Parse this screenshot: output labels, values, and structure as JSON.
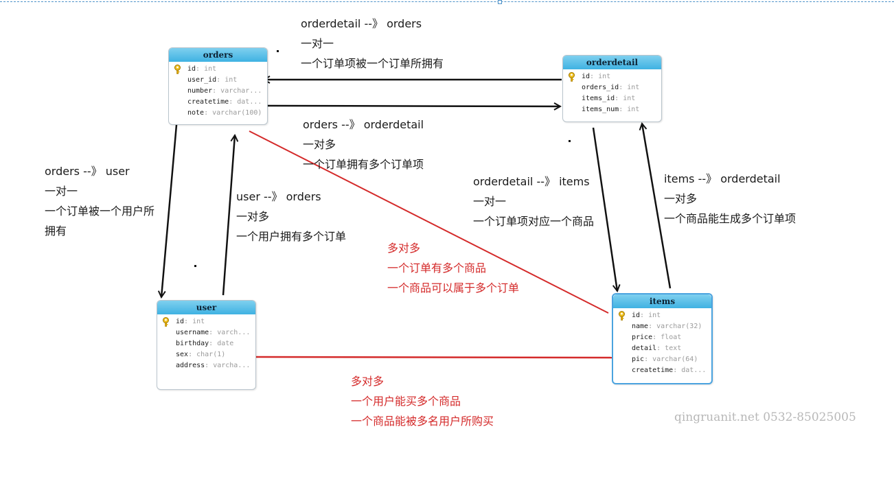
{
  "tables": {
    "orders": {
      "name": "orders",
      "fields": [
        {
          "name": "id",
          "type": "int",
          "key": true
        },
        {
          "name": "user_id",
          "type": "int"
        },
        {
          "name": "number",
          "type": "varchar..."
        },
        {
          "name": "createtime",
          "type": "dat..."
        },
        {
          "name": "note",
          "type": "varchar(100)"
        }
      ]
    },
    "orderdetail": {
      "name": "orderdetail",
      "fields": [
        {
          "name": "id",
          "type": "int",
          "key": true
        },
        {
          "name": "orders_id",
          "type": "int"
        },
        {
          "name": "items_id",
          "type": "int"
        },
        {
          "name": "items_num",
          "type": "int"
        }
      ]
    },
    "user": {
      "name": "user",
      "fields": [
        {
          "name": "id",
          "type": "int",
          "key": true
        },
        {
          "name": "username",
          "type": "varch..."
        },
        {
          "name": "birthday",
          "type": "date"
        },
        {
          "name": "sex",
          "type": "char(1)"
        },
        {
          "name": "address",
          "type": "varcha..."
        }
      ]
    },
    "items": {
      "name": "items",
      "fields": [
        {
          "name": "id",
          "type": "int",
          "key": true
        },
        {
          "name": "name",
          "type": "varchar(32)"
        },
        {
          "name": "price",
          "type": "float"
        },
        {
          "name": "detail",
          "type": "text"
        },
        {
          "name": "pic",
          "type": "varchar(64)"
        },
        {
          "name": "createtime",
          "type": "dat..."
        }
      ]
    }
  },
  "annotations": {
    "orderdetail_orders": [
      "orderdetail --》 orders",
      "一对一",
      "一个订单项被一个订单所拥有"
    ],
    "orders_orderdetail": [
      "orders --》 orderdetail",
      "一对多",
      "一个订单拥有多个订单项"
    ],
    "orders_user": [
      "orders --》 user",
      "一对一",
      "一个订单被一个用户所",
      "拥有"
    ],
    "user_orders": [
      "user --》 orders",
      "一对多",
      "一个用户拥有多个订单"
    ],
    "orderdetail_items": [
      "orderdetail --》 items",
      "一对一",
      "一个订单项对应一个商品"
    ],
    "items_orderdetail": [
      "items --》 orderdetail",
      "一对多",
      "一个商品能生成多个订单项"
    ],
    "orders_items_many": [
      "多对多",
      "一个订单有多个商品",
      "一个商品可以属于多个订单"
    ],
    "user_items_many": [
      "多对多",
      "一个用户能买多个商品",
      "一个商品能被多名用户所购买"
    ]
  },
  "watermark": "qingruanit.net 0532-85025005",
  "colors": {
    "header": "#3fb2e2",
    "relation_black": "#111111",
    "relation_red": "#d42a2a",
    "annotation_red": "#d42a2a",
    "key_icon": "#e8b400"
  },
  "icons": {
    "primary_key": "key-icon"
  }
}
